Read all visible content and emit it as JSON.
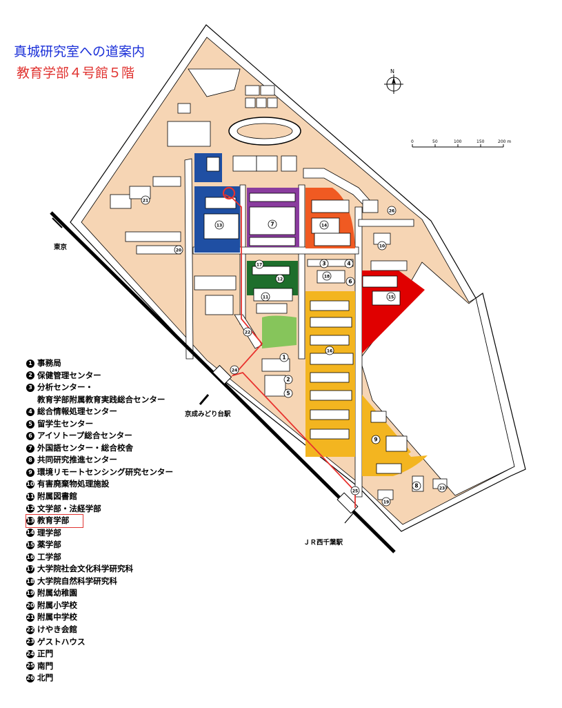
{
  "title": "真城研究室への道案内",
  "subtitle": "教育学部４号館５階",
  "compass": {
    "label": "N"
  },
  "scale_bar": {
    "ticks": [
      "0",
      "50",
      "100",
      "150",
      "200 m"
    ]
  },
  "stations": {
    "tokyo": "東京",
    "keisei": "京成みどり台駅",
    "jr": "ＪＲ西千葉駅"
  },
  "map_labels": [
    "1",
    "2",
    "3",
    "4",
    "5",
    "6",
    "7",
    "8",
    "9",
    "10",
    "11",
    "12",
    "13",
    "14",
    "15",
    "16",
    "17",
    "18",
    "19",
    "20",
    "21",
    "22",
    "23",
    "24",
    "25",
    "26"
  ],
  "legend": [
    {
      "num": "1",
      "label": "事務局"
    },
    {
      "num": "2",
      "label": "保健管理センター"
    },
    {
      "num": "3",
      "label": "分析センター・"
    },
    {
      "num": "",
      "label": "教育学部附属教育実践総合センター"
    },
    {
      "num": "4",
      "label": "総合情報処理センター"
    },
    {
      "num": "5",
      "label": "留学生センター"
    },
    {
      "num": "6",
      "label": "アイソトープ総合センター"
    },
    {
      "num": "7",
      "label": "外国語センター・総合校舎"
    },
    {
      "num": "8",
      "label": "共同研究推進センター"
    },
    {
      "num": "9",
      "label": "環境リモートセンシング研究センター"
    },
    {
      "num": "10",
      "label": "有害廃棄物処理施設"
    },
    {
      "num": "11",
      "label": "附属図書館"
    },
    {
      "num": "12",
      "label": "文学部・法経学部"
    },
    {
      "num": "13",
      "label": "教育学部"
    },
    {
      "num": "14",
      "label": "理学部"
    },
    {
      "num": "15",
      "label": "薬学部"
    },
    {
      "num": "16",
      "label": "工学部"
    },
    {
      "num": "17",
      "label": "大学院社会文化科学研究科"
    },
    {
      "num": "18",
      "label": "大学院自然科学研究科"
    },
    {
      "num": "19",
      "label": "附属幼稚園"
    },
    {
      "num": "20",
      "label": "附属小学校"
    },
    {
      "num": "21",
      "label": "附属中学校"
    },
    {
      "num": "22",
      "label": "けやき会館"
    },
    {
      "num": "23",
      "label": "ゲストハウス"
    },
    {
      "num": "24",
      "label": "正門"
    },
    {
      "num": "25",
      "label": "南門"
    },
    {
      "num": "26",
      "label": "北門"
    }
  ],
  "colors": {
    "campus": "#f6d5b4",
    "education": "#1f4fa3",
    "rigaku": "#f05a22",
    "pharmacy": "#e00000",
    "engineering": "#f3b520",
    "general": "#8a3c9e",
    "library": "#1e6e2c",
    "green": "#86c55b",
    "route": "#e8322e"
  }
}
